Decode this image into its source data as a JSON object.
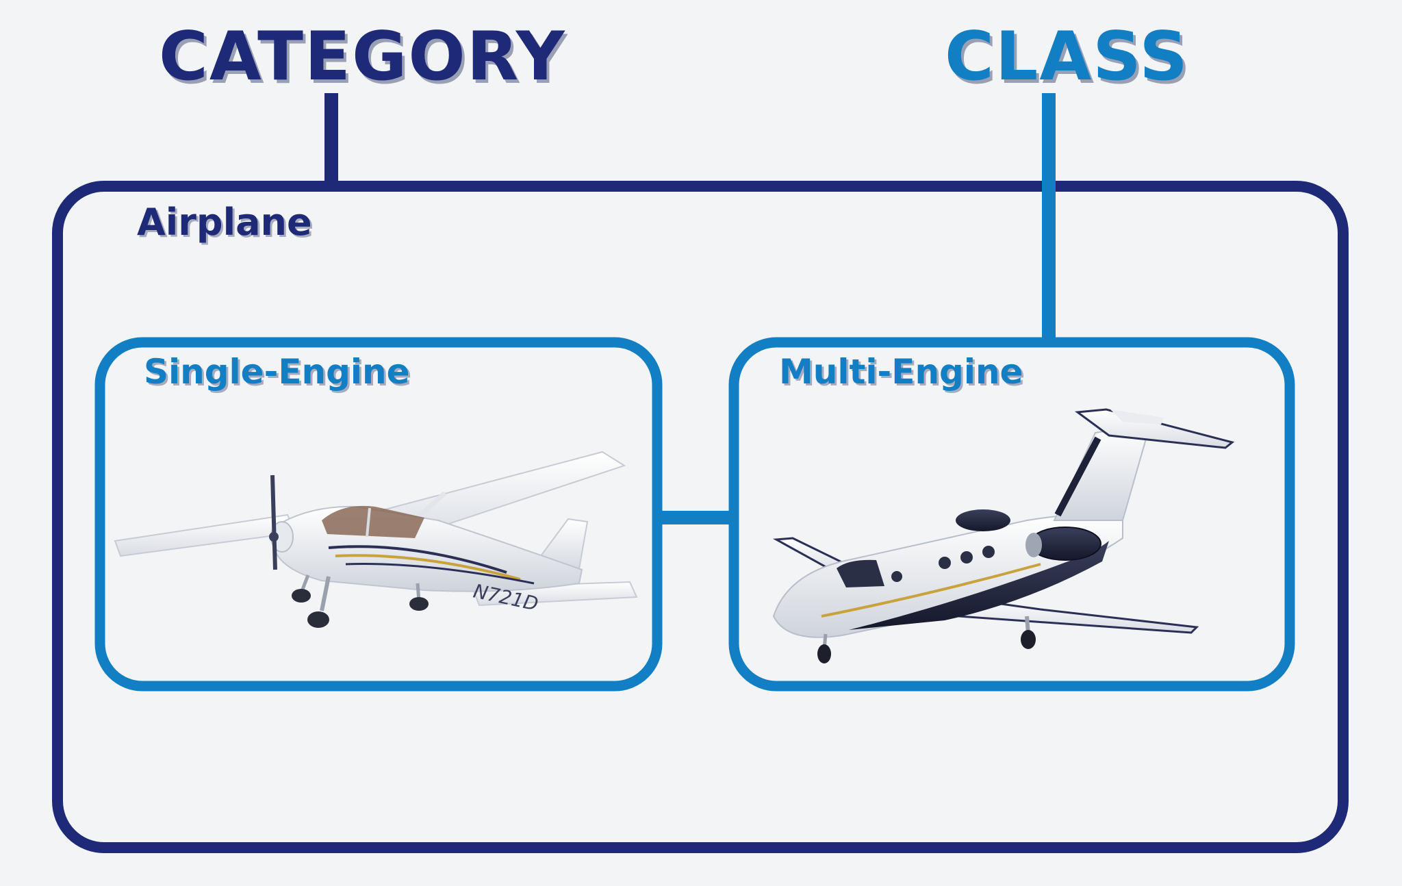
{
  "headings": {
    "category": "CATEGORY",
    "class": "CLASS"
  },
  "category_box": {
    "label": "Airplane"
  },
  "class_boxes": {
    "single": {
      "label": "Single-Engine",
      "tail_number": "N721D"
    },
    "multi": {
      "label": "Multi-Engine"
    }
  },
  "colors": {
    "background": "#f2f4f6",
    "category_navy": "#1e2a78",
    "class_blue": "#127fc4"
  }
}
